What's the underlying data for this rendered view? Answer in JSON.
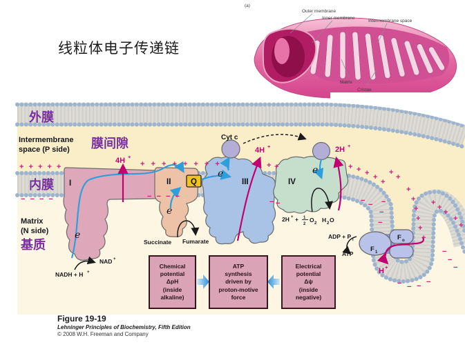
{
  "page": {
    "title_cn": "线粒体电子传递链"
  },
  "mito": {
    "panel": "(a)",
    "outer": "Outer membrane",
    "inner": "Inner membrane",
    "ims": "Intermembrane space",
    "matrix": "Matrix",
    "cristae": "Cristae"
  },
  "labels": {
    "outer_cn": "外膜",
    "ims_en1": "Intermembrane",
    "ims_en2": "space (P side)",
    "ims_cn": "膜间隙",
    "inner_cn": "内膜",
    "matrix_en1": "Matrix",
    "matrix_en2": "(N side)",
    "matrix_cn": "基质"
  },
  "complexes": {
    "i": "I",
    "ii": "II",
    "iii": "III",
    "iv": "IV",
    "q": "Q",
    "cytc": "Cyt c",
    "e": "e",
    "f": "F",
    "f1_sub": "1",
    "fo_sub": "o"
  },
  "chem": {
    "h4": "4H",
    "h2": "2H",
    "h": "H",
    "sup": "+",
    "nadh": "NADH + H",
    "nad": "NAD",
    "succinate": "Succinate",
    "fumarate": "Fumarate",
    "plus_sign": "+",
    "frac_n": "1",
    "frac_d": "2",
    "o": "O",
    "sub2": "2",
    "adp": "ADP + P",
    "sub_i": "i",
    "atp": "ATP"
  },
  "charges": {
    "plus": "+",
    "minus": "−",
    "row_plus_left": "+ + + + +",
    "row_plus_mid": "+ + + + + + + +",
    "row_minus_left": "− − − −",
    "row_minus_mid": "− −  − −"
  },
  "boxes": {
    "b1": "Chemical\npotential\nΔpH\n(inside\nalkaline)",
    "b2": "ATP\nsynthesis\ndriven by\nproton-motive\nforce",
    "b3": "Electrical\npotential\nΔψ\n(inside\nnegative)"
  },
  "caption": {
    "fig": "Figure 19-19",
    "book": "Lehninger Principles of Biochemistry, Fifth Edition",
    "copy": "© 2008 W.H. Freeman and Company"
  },
  "colors": {
    "magenta": "#c2006f",
    "electron_blue": "#2f9fdc",
    "purple_label": "#7a2f9e",
    "ims_bg": "#faeec9",
    "matrix_bg": "#fdf6e2",
    "membrane_head": "#9db4ce",
    "membrane_body": "#dcdbd5",
    "complex_i": "#dfa8ba",
    "complex_ii": "#edc2a6",
    "complex_iii": "#a9c3e6",
    "complex_iv": "#c6dfcd",
    "cytc": "#b3aed6",
    "atp_synthase": "#b9c2e8",
    "q_yellow": "#f2c31c",
    "box_pink": "#dba4b6",
    "mito_pink": "#e2679f"
  }
}
